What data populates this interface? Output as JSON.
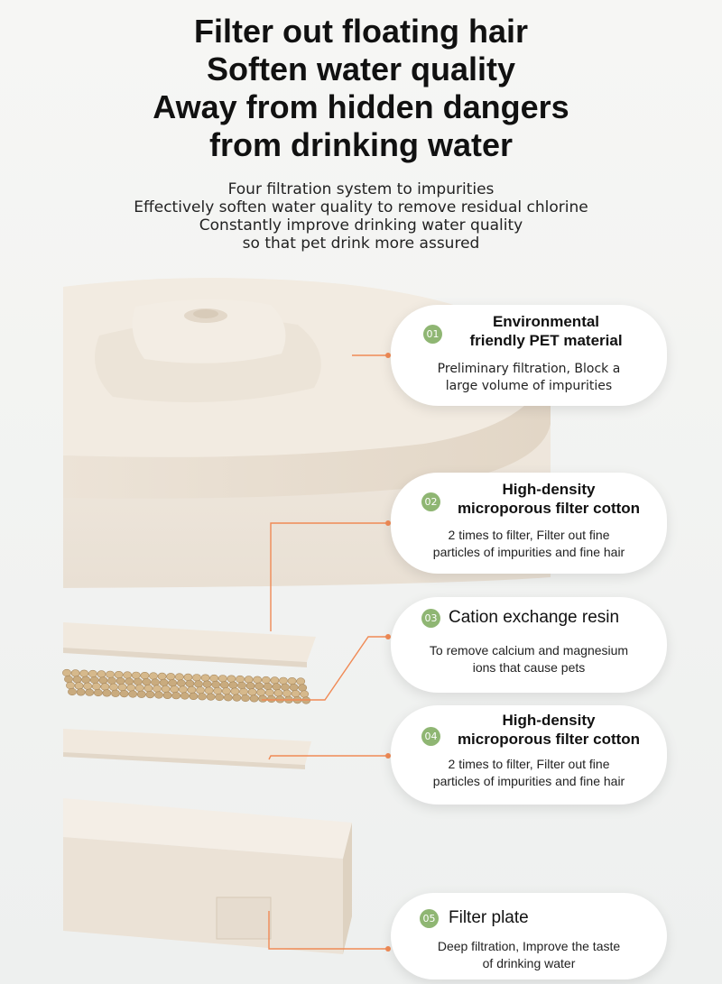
{
  "headline": [
    "Filter out floating hair",
    "Soften water quality",
    "Away from hidden dangers",
    "from drinking water"
  ],
  "subtitle": [
    "Four filtration system to impurities",
    "Effectively soften water quality to remove residual chlorine",
    "Constantly improve drinking water quality",
    "so that pet drink more assured"
  ],
  "colors": {
    "badge": "#8fb673",
    "connector": "#f08a55",
    "product": "#f3ece3"
  },
  "layers": [
    {
      "number": "01",
      "title": [
        "Environmental",
        "friendly PET material"
      ],
      "description": [
        "Preliminary filtration, Block a",
        "large volume of impurities"
      ]
    },
    {
      "number": "02",
      "title": [
        "High-density",
        "microporous filter cotton"
      ],
      "description": [
        "2 times to filter, Filter out fine",
        "particles of impurities and fine hair"
      ]
    },
    {
      "number": "03",
      "title": [
        "Cation exchange resin"
      ],
      "description": [
        "To remove calcium and magnesium",
        "ions that cause pets"
      ]
    },
    {
      "number": "04",
      "title": [
        "High-density",
        "microporous filter cotton"
      ],
      "description": [
        "2 times to filter, Filter out fine",
        "particles of impurities and fine hair"
      ]
    },
    {
      "number": "05",
      "title": [
        "Filter plate"
      ],
      "description": [
        "Deep filtration, Improve the taste",
        "of drinking water"
      ]
    }
  ]
}
